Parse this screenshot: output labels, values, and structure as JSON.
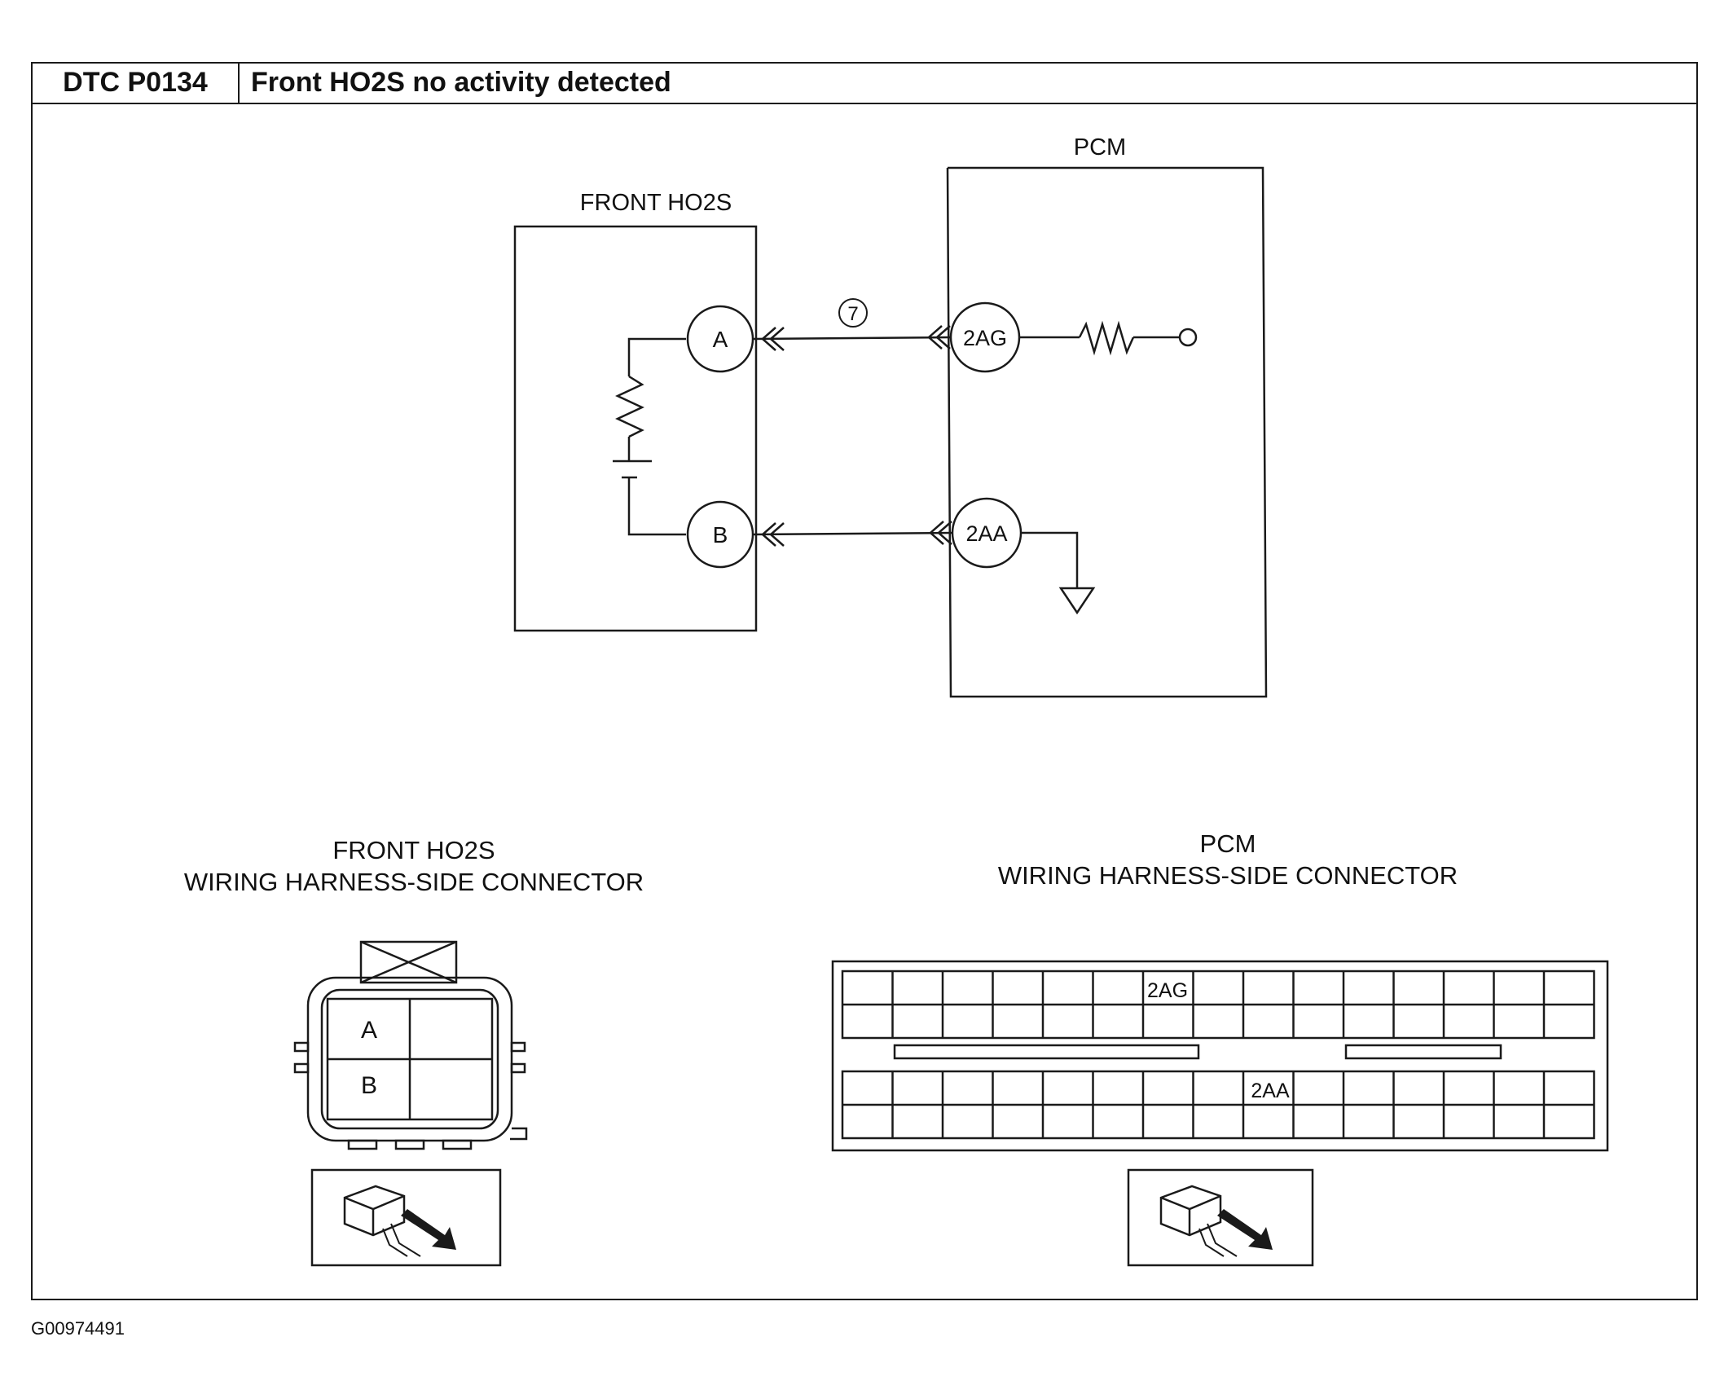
{
  "header": {
    "code": "DTC P0134",
    "title": "Front HO2S no activity detected"
  },
  "schematic": {
    "sensor_label": "FRONT HO2S",
    "pcm_label": "PCM",
    "sensor_pins": [
      "A",
      "B"
    ],
    "pcm_pins": [
      "2AG",
      "2AA"
    ],
    "wire_number": "7"
  },
  "connectors": {
    "sensor": {
      "title_line1": "FRONT HO2S",
      "title_line2": "WIRING HARNESS-SIDE CONNECTOR",
      "pins": [
        "A",
        "B"
      ]
    },
    "pcm": {
      "title_line1": "PCM",
      "title_line2": "WIRING HARNESS-SIDE CONNECTOR",
      "pins": [
        "2AG",
        "2AA"
      ]
    }
  },
  "footer": {
    "code": "G00974491"
  }
}
